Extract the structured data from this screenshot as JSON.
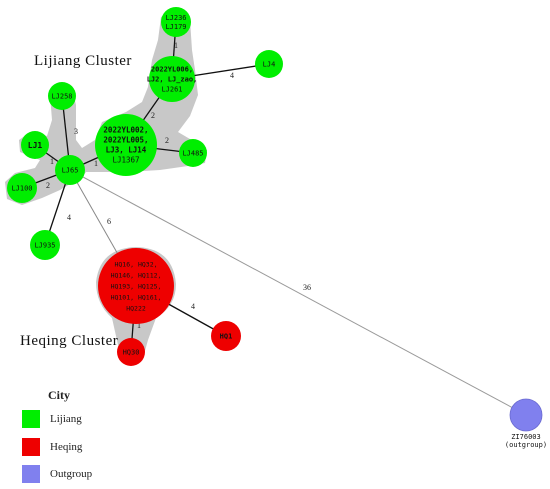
{
  "clusters": {
    "lijiang": "Lijiang Cluster",
    "heqing": "Heqing Cluster"
  },
  "legend": {
    "title": "City",
    "items": [
      {
        "label": "Lijiang",
        "color": "#00ee00"
      },
      {
        "label": "Heqing",
        "color": "#ee0000"
      },
      {
        "label": "Outgroup",
        "color": "#8080ee"
      }
    ]
  },
  "nodes": {
    "lj236": {
      "lines": [
        "LJ236",
        "LJ179"
      ],
      "group": "Lijiang"
    },
    "lj4": {
      "lines": [
        "LJ4"
      ],
      "group": "Lijiang"
    },
    "yl006": {
      "lines": [
        "2022YL006,",
        "LJ2, LJ_zao,",
        "LJ261"
      ],
      "group": "Lijiang"
    },
    "lj258": {
      "lines": [
        "LJ258"
      ],
      "group": "Lijiang"
    },
    "yl002": {
      "lines": [
        "2022YL002,",
        "2022YL005,",
        "LJ3, LJ14",
        "LJ1367"
      ],
      "group": "Lijiang"
    },
    "lj1": {
      "lines": [
        "LJ1"
      ],
      "group": "Lijiang"
    },
    "lj485": {
      "lines": [
        "LJ485"
      ],
      "group": "Lijiang"
    },
    "lj65": {
      "lines": [
        "LJ65"
      ],
      "group": "Lijiang"
    },
    "lj100": {
      "lines": [
        "LJ100"
      ],
      "group": "Lijiang"
    },
    "lj935": {
      "lines": [
        "LJ935"
      ],
      "group": "Lijiang"
    },
    "hq16": {
      "lines": [
        "HQ16, HQ32,",
        "HQ146, HQ112,",
        "HQ193, HQ125,",
        "HQ101, HQ161,",
        "HQ222"
      ],
      "group": "Heqing"
    },
    "hq1": {
      "lines": [
        "HQ1"
      ],
      "group": "Heqing"
    },
    "hq30": {
      "lines": [
        "HQ30"
      ],
      "group": "Heqing"
    },
    "zi76003": {
      "lines": [
        "ZI76003",
        "(outgroup)"
      ],
      "group": "Outgroup"
    }
  },
  "edges": [
    {
      "from": "lj236",
      "to": "yl006",
      "label": "1"
    },
    {
      "from": "yl006",
      "to": "lj4",
      "label": "4"
    },
    {
      "from": "yl006",
      "to": "yl002",
      "label": "2"
    },
    {
      "from": "yl002",
      "to": "lj485",
      "label": "2"
    },
    {
      "from": "yl002",
      "to": "lj65",
      "label": "1"
    },
    {
      "from": "lj258",
      "to": "lj65",
      "label": "3"
    },
    {
      "from": "lj1",
      "to": "lj65",
      "label": "1"
    },
    {
      "from": "lj100",
      "to": "lj65",
      "label": "2"
    },
    {
      "from": "lj65",
      "to": "lj935",
      "label": "4"
    },
    {
      "from": "lj65",
      "to": "hq16",
      "label": "6"
    },
    {
      "from": "lj65",
      "to": "zi76003",
      "label": "36"
    },
    {
      "from": "hq16",
      "to": "hq1",
      "label": "4"
    },
    {
      "from": "hq16",
      "to": "hq30",
      "label": "1"
    }
  ]
}
